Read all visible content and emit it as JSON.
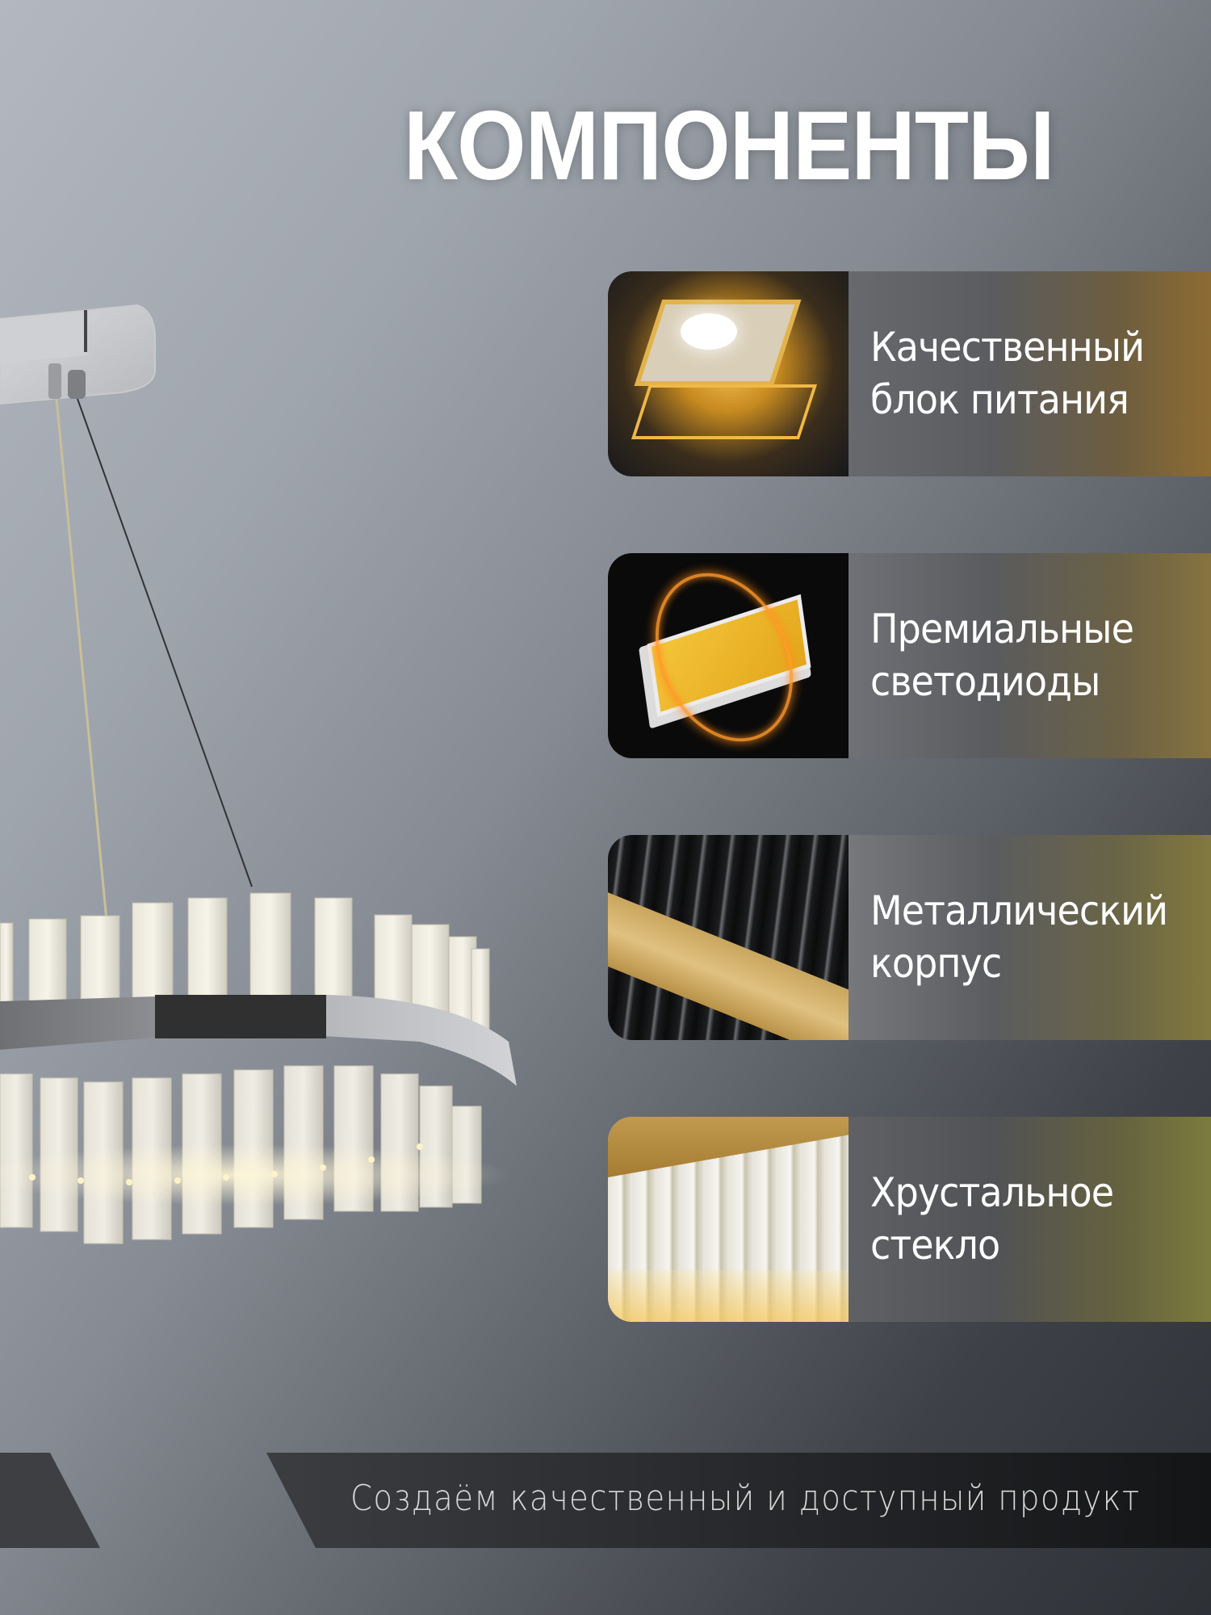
{
  "title": "КОМПОНЕНТЫ",
  "colors": {
    "background_light": "#b3b8c0",
    "background_dark": "#2d3035",
    "title_text": "#ffffff",
    "card_gold_1": "#8d6c33",
    "card_gold_2": "#86733f",
    "card_gold_3": "#82793d",
    "card_olive_4": "#7c7b3e",
    "footer_band": "#1a1b1d",
    "footer_text": "#d6d6d6"
  },
  "product_image": {
    "icon": "crystal-ring-chandelier-icon"
  },
  "features": [
    {
      "lines": [
        "Качественный",
        "блок питания"
      ],
      "icon": "power-supply-chip-icon"
    },
    {
      "lines": [
        "Премиальные",
        "светодиоды"
      ],
      "icon": "smd-led-icon"
    },
    {
      "lines": [
        "Металлический",
        "корпус"
      ],
      "icon": "brass-metal-band-icon"
    },
    {
      "lines": [
        "Хрустальное",
        "стекло"
      ],
      "icon": "crystal-glass-icon"
    }
  ],
  "footer": {
    "tagline": "Создаём качественный и доступный продукт"
  }
}
